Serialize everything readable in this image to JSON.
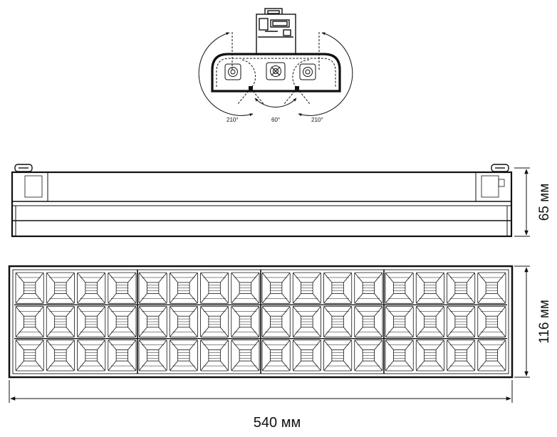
{
  "angles": {
    "left": "210°",
    "middle": "60°",
    "right": "210°"
  },
  "dimensions": {
    "height_side": "65 мм",
    "height_front": "116 мм",
    "length": "540 мм"
  },
  "grid": {
    "sections": 4,
    "rows": 3,
    "cells_per_section": 4
  },
  "colors": {
    "line": "#111111",
    "background": "#ffffff"
  }
}
